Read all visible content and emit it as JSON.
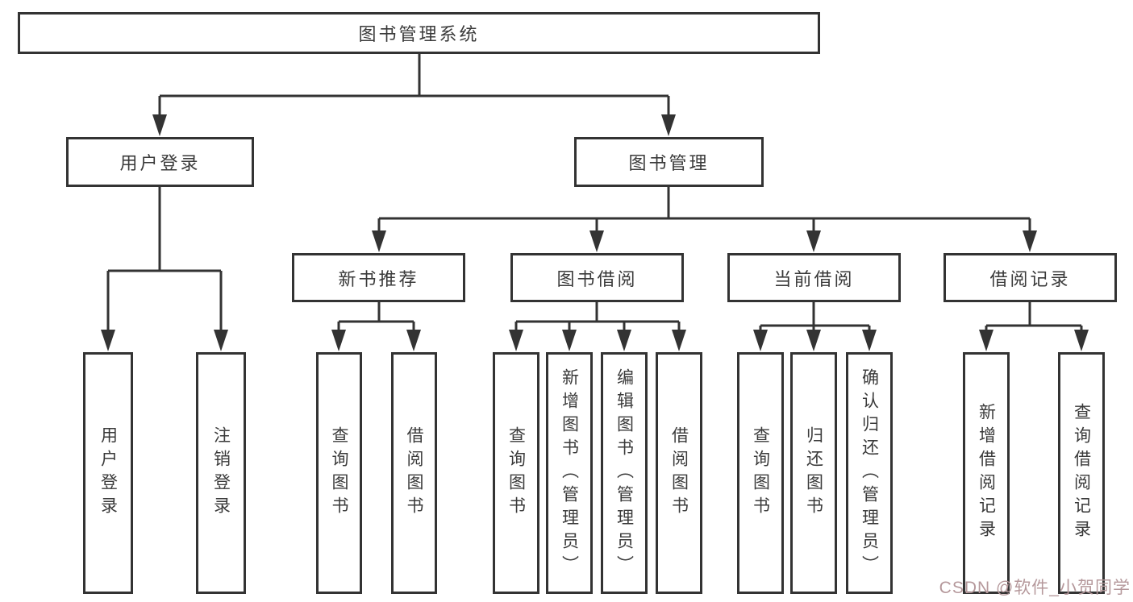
{
  "tree": {
    "root": {
      "label": "图书管理系统"
    },
    "children": [
      {
        "label": "用户登录",
        "children": [
          {
            "label": "用户登录"
          },
          {
            "label": "注销登录"
          }
        ]
      },
      {
        "label": "图书管理",
        "children": [
          {
            "label": "新书推荐",
            "children": [
              {
                "label": "查询图书"
              },
              {
                "label": "借阅图书"
              }
            ]
          },
          {
            "label": "图书借阅",
            "children": [
              {
                "label": "查询图书"
              },
              {
                "label": "新增图书（管理员）"
              },
              {
                "label": "编辑图书（管理员）"
              },
              {
                "label": "借阅图书"
              }
            ]
          },
          {
            "label": "当前借阅",
            "children": [
              {
                "label": "查询图书"
              },
              {
                "label": "归还图书"
              },
              {
                "label": "确认归还（管理员）"
              }
            ]
          },
          {
            "label": "借阅记录",
            "children": [
              {
                "label": "新增借阅记录"
              },
              {
                "label": "查询借阅记录"
              }
            ]
          }
        ]
      }
    ]
  },
  "watermark": {
    "text": "CSDN @软件_小贺同学",
    "color": "#b5989b"
  },
  "colors": {
    "line": "#333333",
    "text": "#3a3a3a",
    "background": "#ffffff"
  }
}
